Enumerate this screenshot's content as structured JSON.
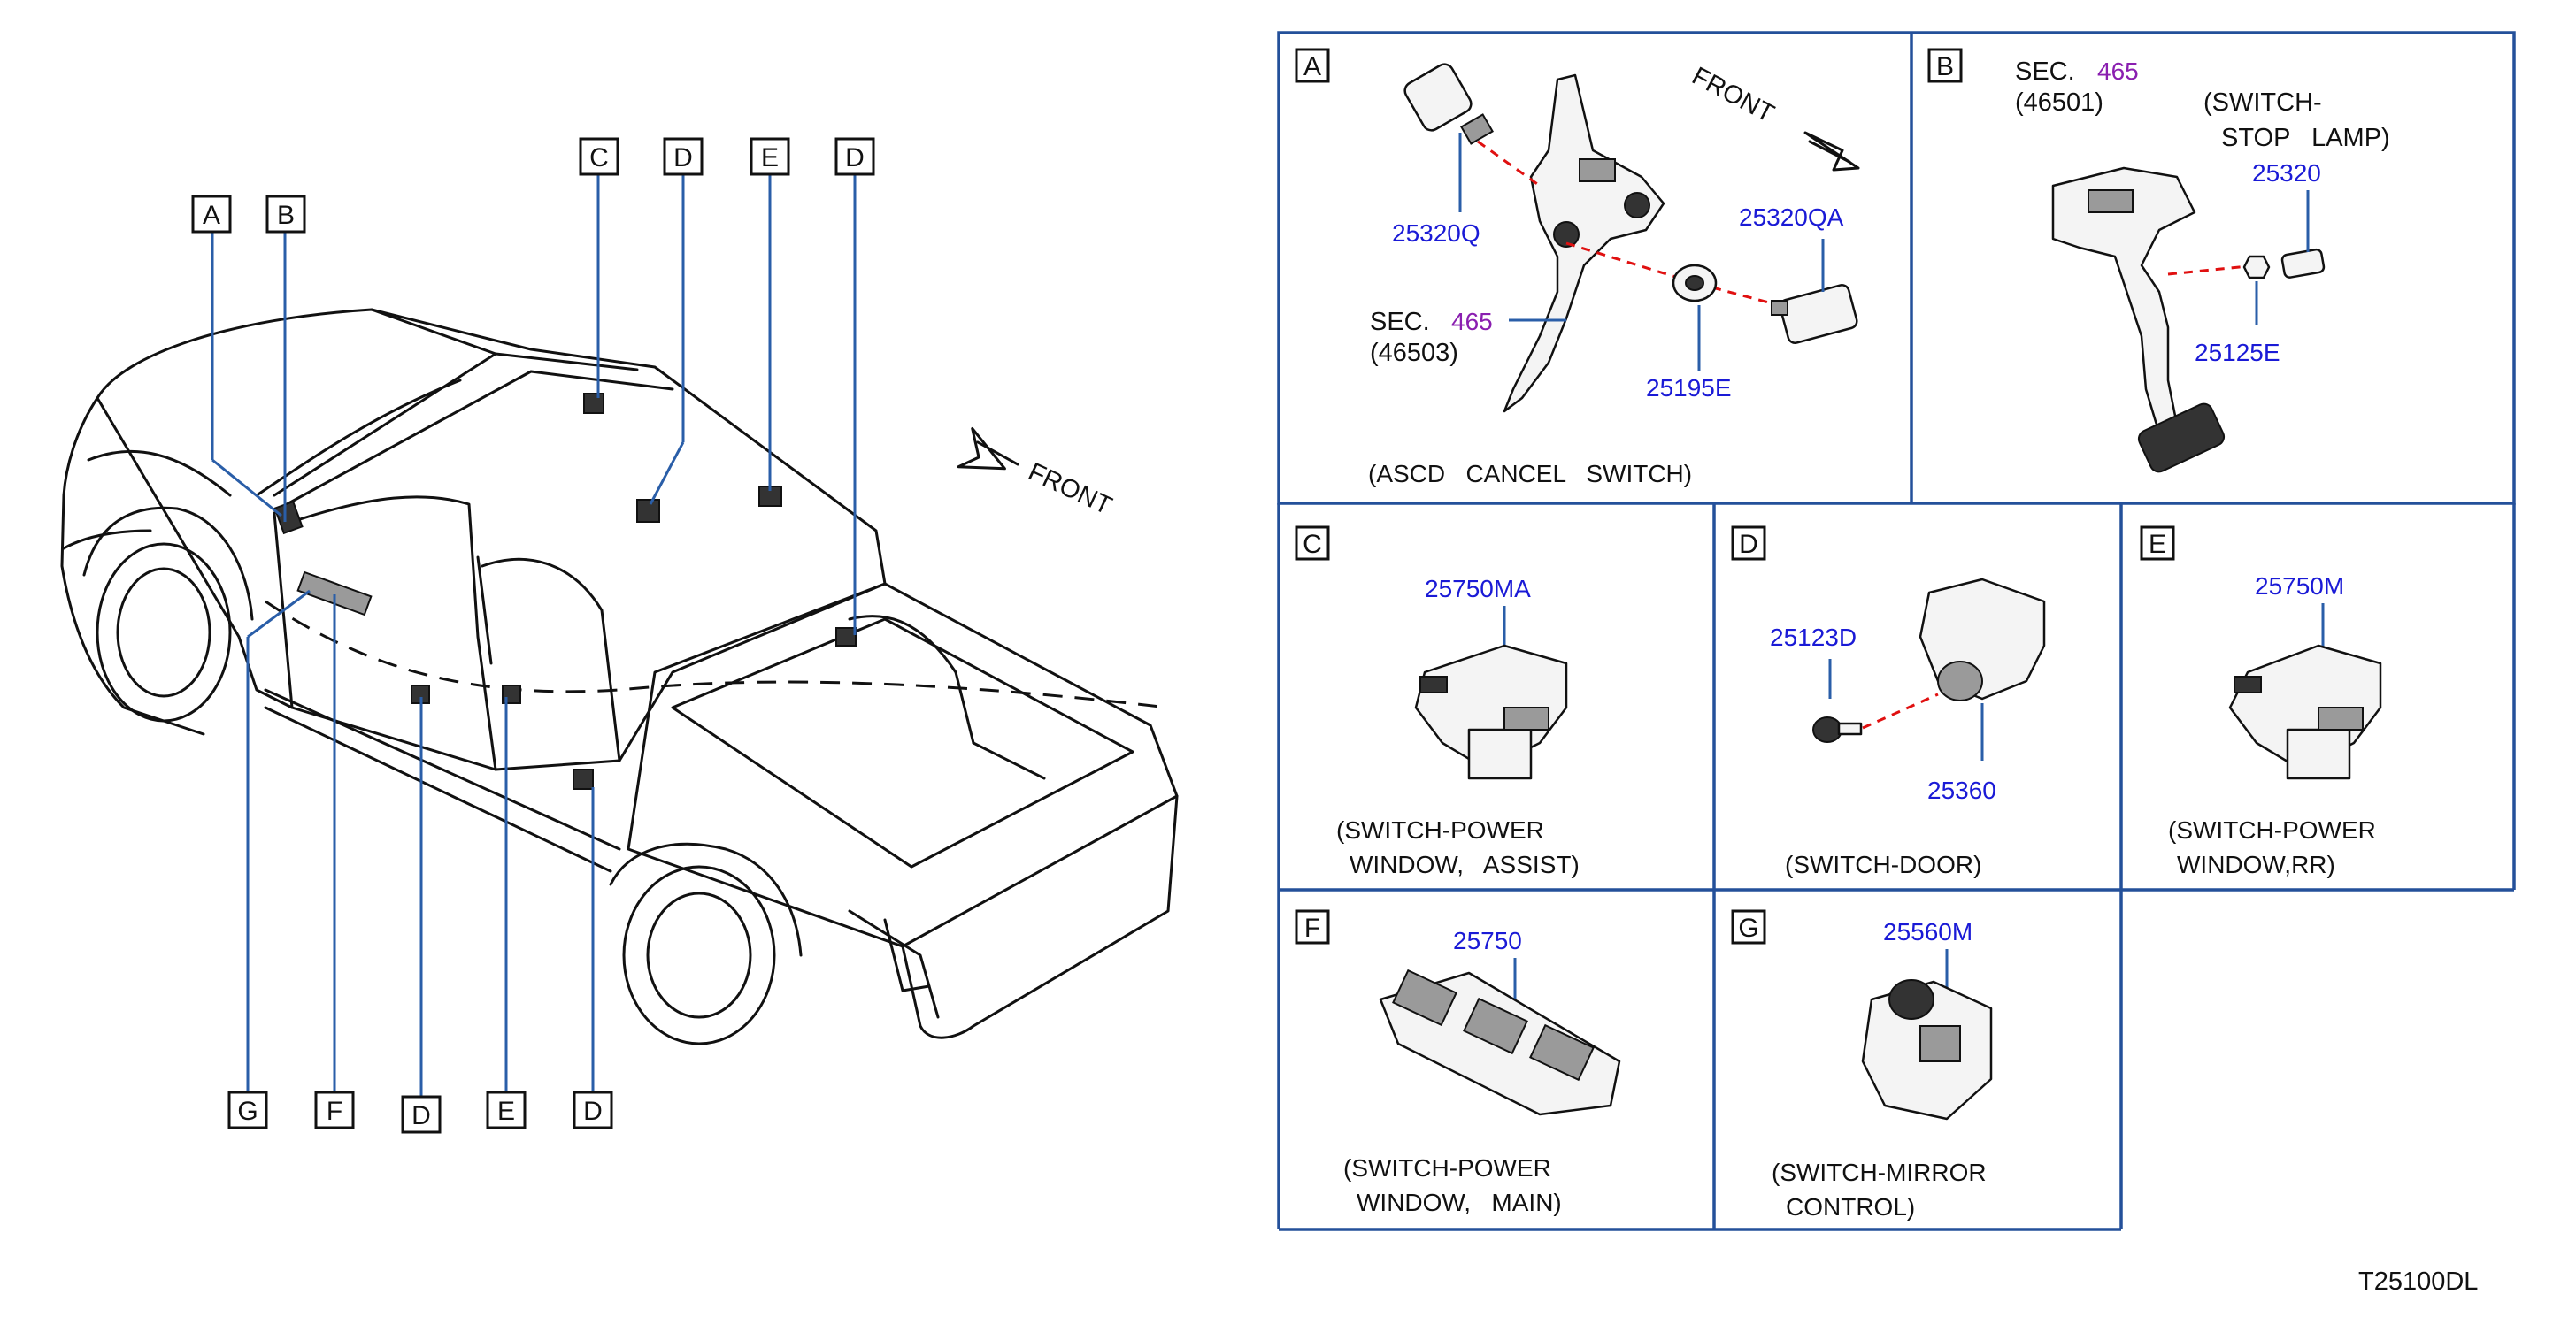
{
  "vehicle": {
    "front_label": "FRONT",
    "top_callouts": [
      "C",
      "D",
      "E",
      "D"
    ],
    "left_callouts": [
      "A",
      "B"
    ],
    "bottom_callouts": [
      "G",
      "F",
      "D",
      "E",
      "D"
    ]
  },
  "panels": {
    "A": {
      "letter": "A",
      "front_label": "FRONT",
      "parts": [
        "25320Q",
        "25320QA",
        "25195E"
      ],
      "sec_label": "SEC.",
      "sec_num": "465",
      "sec_sub": "(46503)",
      "caption": "(ASCD   CANCEL   SWITCH)"
    },
    "B": {
      "letter": "B",
      "sec_label": "SEC.",
      "sec_num": "465",
      "sec_sub": "(46501)",
      "caption_line1": "(SWITCH-",
      "caption_line2": "STOP   LAMP)",
      "parts": [
        "25320",
        "25125E"
      ]
    },
    "C": {
      "letter": "C",
      "part": "25750MA",
      "caption_line1": "(SWITCH-POWER",
      "caption_line2": "WINDOW,   ASSIST)"
    },
    "D": {
      "letter": "D",
      "parts": [
        "25123D",
        "25360"
      ],
      "caption": "(SWITCH-DOOR)"
    },
    "E": {
      "letter": "E",
      "part": "25750M",
      "caption_line1": "(SWITCH-POWER",
      "caption_line2": "WINDOW,RR)"
    },
    "F": {
      "letter": "F",
      "part": "25750",
      "caption_line1": "(SWITCH-POWER",
      "caption_line2": "WINDOW,   MAIN)"
    },
    "G": {
      "letter": "G",
      "part": "25560M",
      "caption_line1": "(SWITCH-MIRROR",
      "caption_line2": "CONTROL)"
    }
  },
  "drawing_id": "T25100DL",
  "colors": {
    "part_number": "#1a1ad6",
    "section_number": "#8a1fb0",
    "leader": "#2a5ea8",
    "panel_border": "#24509a",
    "red_dash": "#e01010"
  }
}
